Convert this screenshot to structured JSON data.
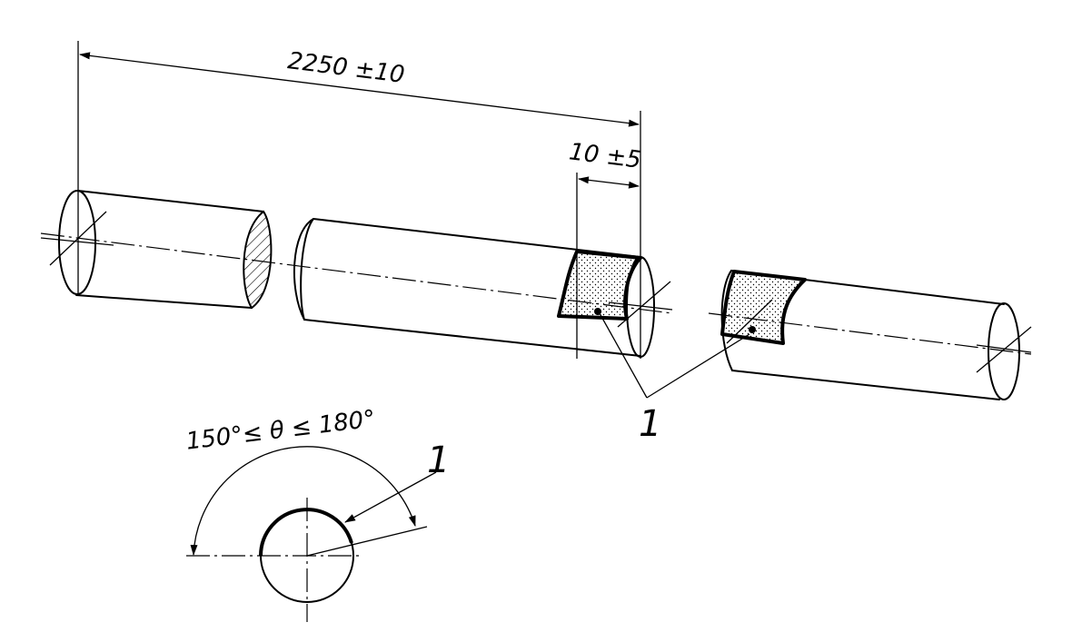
{
  "dimensions": {
    "overall_length": "2250 ±10",
    "zone_width": "10 ±5",
    "angle_range": "150°≤ θ ≤ 180°"
  },
  "callouts": {
    "label_pieces": "1",
    "label_section": "1"
  },
  "colors": {
    "ink": "#000000",
    "background": "#ffffff"
  }
}
